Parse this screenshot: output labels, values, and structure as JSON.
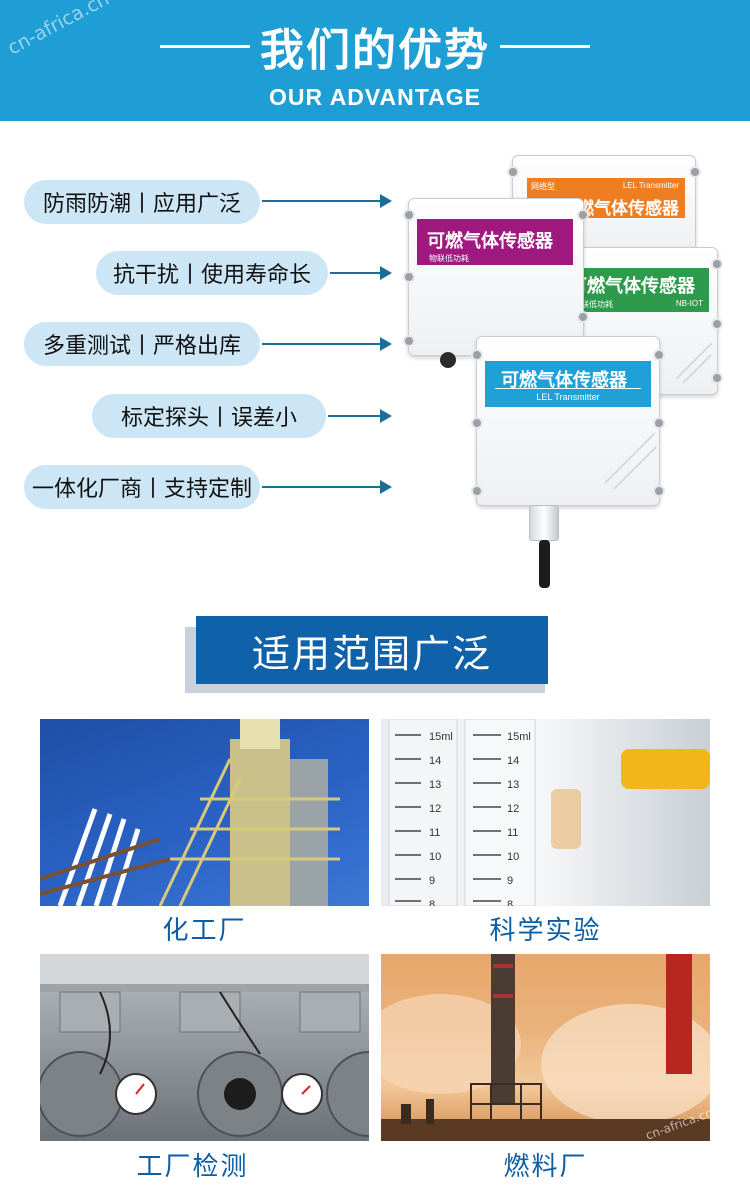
{
  "header": {
    "title": "我们的优势",
    "subtitle": "OUR ADVANTAGE",
    "watermark": "cn-africa.cn"
  },
  "advantages": [
    "防雨防潮丨应用广泛",
    "抗干扰丨使用寿命长",
    "多重测试丨严格出库",
    "标定探头丨误差小",
    "一体化厂商丨支持定制"
  ],
  "products": {
    "orange": {
      "tag": "网络型",
      "model": "LEL Transmitter",
      "name": "可燃气体传感器",
      "color": "#ef7d22"
    },
    "purple": {
      "name": "可燃气体传感器",
      "sub": "物联低功耗",
      "color": "#a0197e"
    },
    "green": {
      "name": "可燃气体传感器",
      "sub": "物联低功耗",
      "model": "NB-IOT",
      "color": "#2e9a4c"
    },
    "blue": {
      "name": "可燃气体传感器",
      "model": "LEL Transmitter",
      "color": "#1fa0d6"
    }
  },
  "scope": {
    "title": "适用范围广泛"
  },
  "applications": [
    {
      "caption": "化工厂",
      "icon": "chemical-plant-photo"
    },
    {
      "caption": "科学实验",
      "icon": "lab-test-tubes-photo",
      "scale": [
        "15ml",
        "14",
        "13",
        "12",
        "11",
        "10",
        "9",
        "8"
      ]
    },
    {
      "caption": "工厂检测",
      "icon": "factory-gauges-photo"
    },
    {
      "caption": "燃料厂",
      "icon": "fuel-plant-photo"
    }
  ],
  "colors": {
    "brand_blue": "#1e9ed4",
    "heading_blue": "#0f62a9",
    "caption_blue": "#0c5ea5",
    "pill_bg": "#cde6f5"
  }
}
